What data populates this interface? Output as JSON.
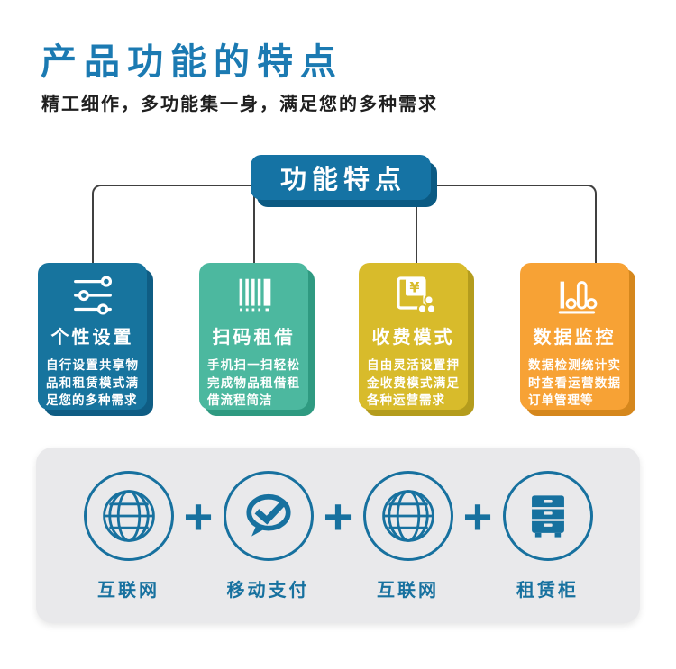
{
  "page": {
    "title": "产品功能的特点",
    "subtitle": "精工细作，多功能集一身，满足您的多种需求"
  },
  "diagram": {
    "root_label": "功能特点",
    "cards": [
      {
        "title": "个性设置",
        "body": "自行设置共享物品和租赁模式满足您的多种需求",
        "icon": "sliders-icon",
        "color": "#17749e",
        "shadow_color": "#0f5d84"
      },
      {
        "title": "扫码租借",
        "body": "手机扫一扫轻松完成物品租借租借流程简洁",
        "icon": "barcode-icon",
        "color": "#4cb89f",
        "shadow_color": "#2f9a81"
      },
      {
        "title": "收费模式",
        "body": "自由灵活设置押金收费模式满足各种运营需求",
        "icon": "yen-payment-icon",
        "color": "#d8bb2b",
        "shadow_color": "#b49c1d"
      },
      {
        "title": "数据监控",
        "body": "数据检测统计实时查看运营数据订单管理等",
        "icon": "stats-chart-icon",
        "color": "#f7a235",
        "shadow_color": "#d5871d"
      }
    ]
  },
  "formula": {
    "plus": "+",
    "items": [
      {
        "label": "互联网",
        "icon": "globe-icon"
      },
      {
        "label": "移动支付",
        "icon": "mobile-payment-icon"
      },
      {
        "label": "互联网",
        "icon": "globe-icon"
      },
      {
        "label": "租赁柜",
        "icon": "cabinet-icon"
      }
    ]
  },
  "colors": {
    "title_blue": "#1b7ab2",
    "root_node_blue": "#1573a4",
    "root_node_shadow": "#0b5a83",
    "connector_gray": "#404040",
    "panel_gray": "#e9e9eb",
    "bottom_blue": "#17719f"
  }
}
